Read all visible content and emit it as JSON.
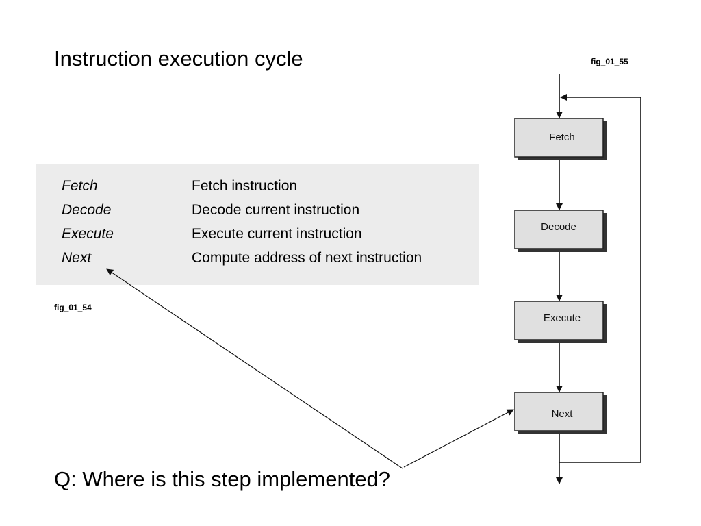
{
  "title": "Instruction execution cycle",
  "fig_right_label": "fig_01_55",
  "fig_left_label": "fig_01_54",
  "table": {
    "rows": [
      {
        "term": "Fetch",
        "description": "Fetch instruction"
      },
      {
        "term": "Decode",
        "description": "Decode current instruction"
      },
      {
        "term": "Execute",
        "description": "Execute current instruction"
      },
      {
        "term": "Next",
        "description": "Compute address of next instruction"
      }
    ]
  },
  "flowchart": {
    "steps": [
      "Fetch",
      "Decode",
      "Execute",
      "Next"
    ]
  },
  "question": "Q: Where is this step implemented?"
}
